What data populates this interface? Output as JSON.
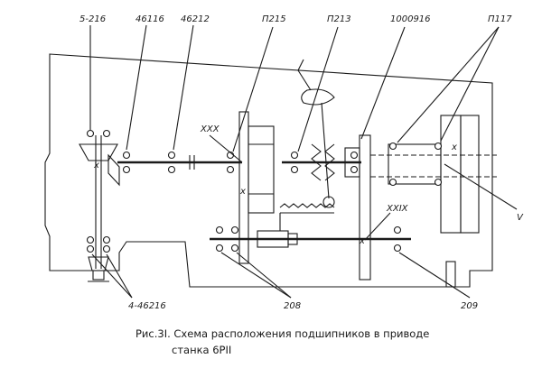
{
  "figure": {
    "labels": {
      "b5_216": "5-216",
      "b46116": "46116",
      "b46212": "46212",
      "p215": "П215",
      "p213": "П213",
      "b1000916": "1000916",
      "p117": "П117",
      "shaft_xxx": "XXX",
      "shaft_xxix": "XXIX",
      "shaft_v": "V",
      "b4_46216": "4-46216",
      "b208": "208",
      "b209": "209"
    },
    "caption_line1": "Рис.3I. Схема расположения подшипников в приводе",
    "caption_line2": "станка 6РII"
  }
}
